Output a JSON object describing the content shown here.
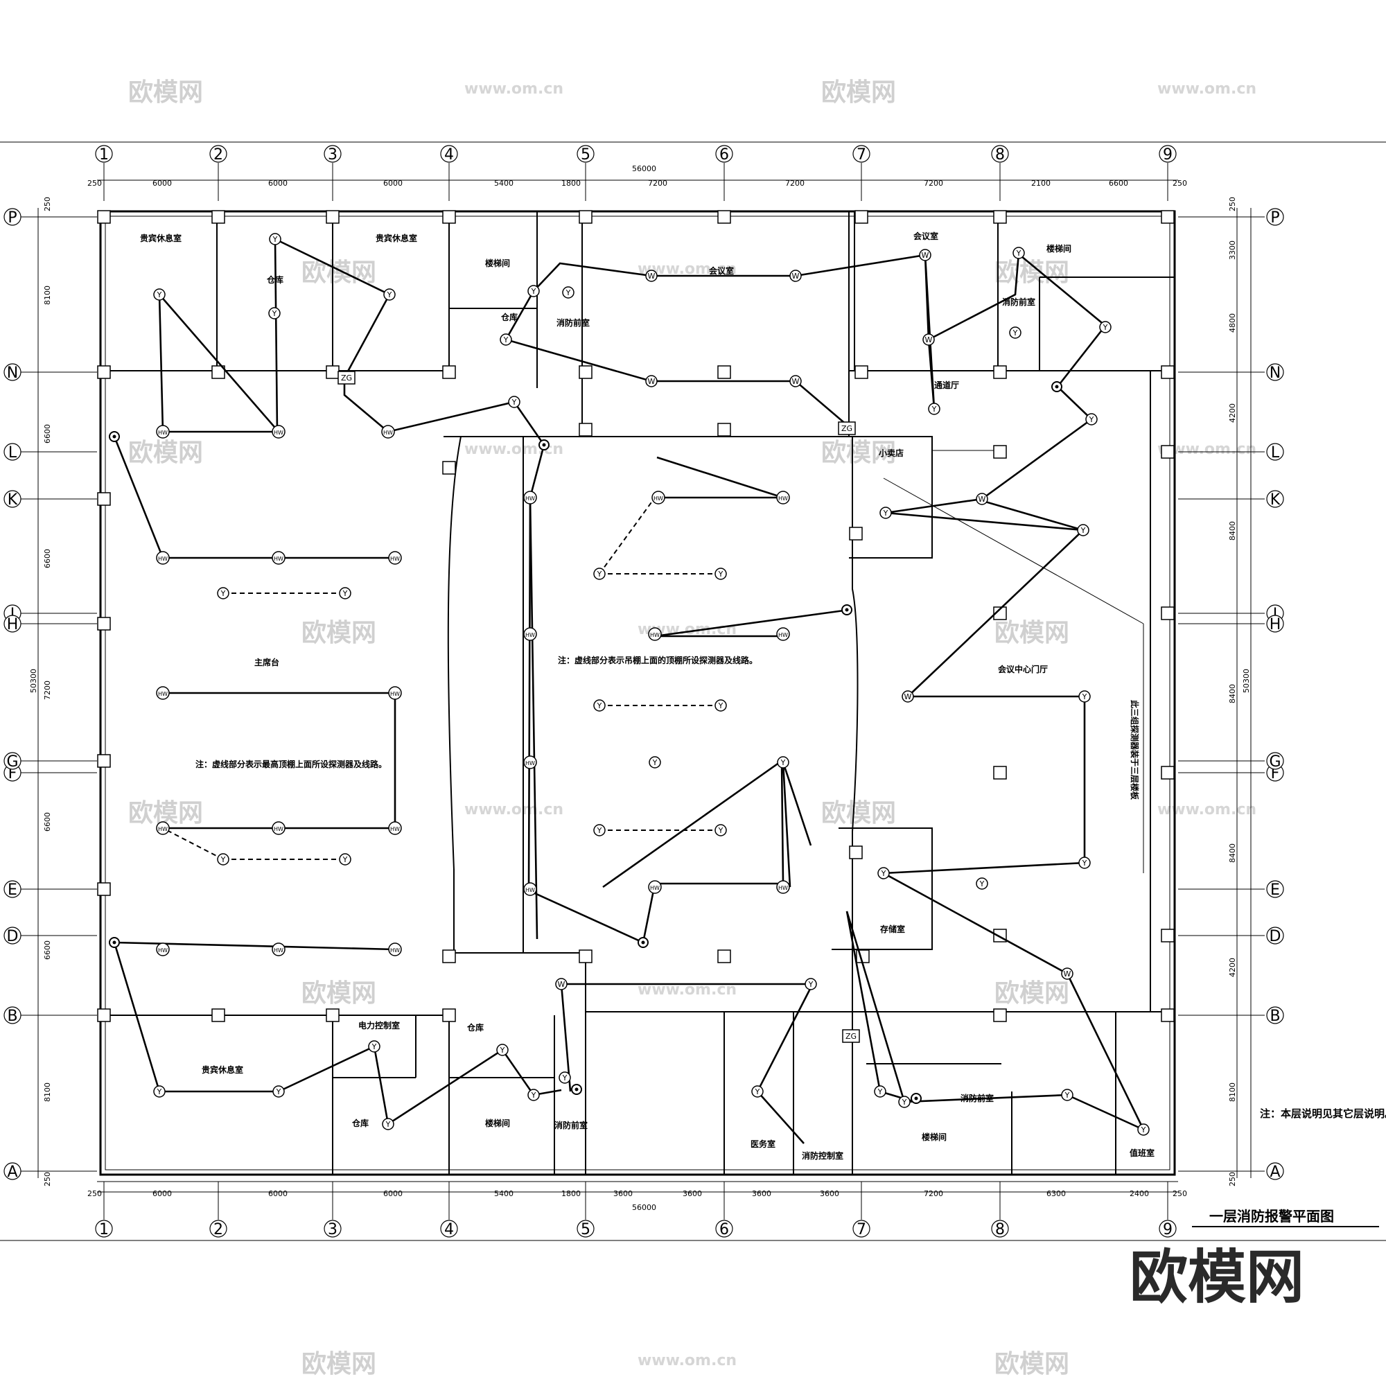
{
  "drawing": {
    "title": "一层消防报警平面图",
    "brand": "欧模网",
    "watermark_text": "欧模网",
    "watermark_url": "www.om.cn",
    "side_note": "注：本层说明见其它层说明。"
  },
  "grid": {
    "columns": [
      "1",
      "2",
      "3",
      "4",
      "5",
      "6",
      "7",
      "8",
      "9"
    ],
    "rows": [
      "P",
      "N",
      "L",
      "K",
      "J",
      "H",
      "F",
      "G",
      "E",
      "D",
      "B",
      "A"
    ]
  },
  "dimensions": {
    "top_overall": "56000",
    "top_spans": [
      "250",
      "6000",
      "6000",
      "6000",
      "5400",
      "1800",
      "7200",
      "7200",
      "7200",
      "2100",
      "6600",
      "250"
    ],
    "bottom_overall": "56000",
    "bottom_spans": [
      "250",
      "6000",
      "6000",
      "6000",
      "5400",
      "1800",
      "3600",
      "3600",
      "3600",
      "3600",
      "7200",
      "6300",
      "2400",
      "250"
    ],
    "left_overall": "50300",
    "left_spans": [
      "250",
      "8100",
      "6600",
      "6600",
      "7200",
      "6600",
      "6600",
      "8100",
      "250"
    ],
    "right_overall": "50300",
    "right_spans": [
      "250",
      "3300",
      "4800",
      "4200",
      "8400",
      "8400",
      "8400",
      "4200",
      "8100",
      "250"
    ]
  },
  "rooms": {
    "vip_lounge_1": "贵宾休息室",
    "warehouse_1": "仓库",
    "vip_lounge_2": "贵宾休息室",
    "stairwell_1": "楼梯间",
    "warehouse_2": "仓库",
    "fire_room_1": "消防前室",
    "meeting_1": "会议室",
    "meeting_2": "会议室",
    "stairwell_2": "楼梯间",
    "fire_room_2": "消防前室",
    "lobby": "通道厅",
    "shop": "小卖店",
    "stage": "主席台",
    "center_hall": "会议中心门厅",
    "storage": "存储室",
    "power_room": "电力控制室",
    "warehouse_3": "仓库",
    "warehouse_4": "仓库",
    "vip_lounge_3": "贵宾休息室",
    "stairwell_3": "楼梯间",
    "fire_room_3": "消防前室",
    "medical": "医务室",
    "fire_control": "消防控制室",
    "fire_room_4": "消防前室",
    "stairwell_4": "楼梯间",
    "duty_room": "值班室"
  },
  "notes": {
    "left_note": "注：虚线部分表示最高顶棚上面所设探测器及线路。",
    "center_note": "注：虚线部分表示吊棚上面的顶棚所设探测器及线路。",
    "right_vertical_note": "此三组探测器装于三层楼板"
  },
  "symbols": {
    "smoke": "Y",
    "heat": "W",
    "hw": "HW",
    "zg": "ZG"
  }
}
